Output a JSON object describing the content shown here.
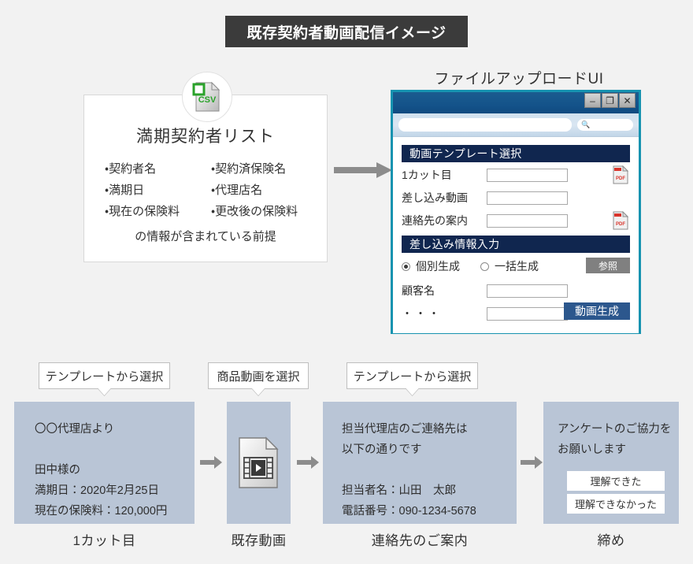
{
  "title_banner": {
    "text": "既存契約者動画配信イメージ"
  },
  "csv_card": {
    "icon": "csv-file-icon",
    "title": "満期契約者リスト",
    "columns": [
      [
        "・契約者名",
        "・満期日",
        "・現在の保険料"
      ],
      [
        "・契約済保険名",
        "・代理店名",
        "・更改後の保険料"
      ]
    ],
    "note": "の情報が含まれている前提"
  },
  "main_arrow": {
    "name": "flow-arrow-to-upload-ui"
  },
  "upload_ui": {
    "caption": "ファイルアップロードUI",
    "titlebar": {
      "minimize": "–",
      "maximize": "❐",
      "close": "✕"
    },
    "toolbar": {
      "address_value": "",
      "search_value": "",
      "search_icon": "magnifier-icon"
    },
    "section_template": {
      "header": "動画テンプレート選択"
    },
    "template_rows": [
      {
        "label": "1カット目",
        "value": "",
        "pdf": true
      },
      {
        "label": "差し込み動画",
        "value": "",
        "pdf": false
      },
      {
        "label": "連絡先の案内",
        "value": "",
        "pdf": true
      }
    ],
    "section_insert": {
      "header": "差し込み情報入力"
    },
    "radios": [
      {
        "label": "個別生成",
        "checked": true
      },
      {
        "label": "一括生成",
        "checked": false
      }
    ],
    "browse_button": "参照",
    "input_rows": [
      {
        "label": "顧客名",
        "value": ""
      },
      {
        "label": "・・・",
        "value": ""
      }
    ],
    "generate_button": "動画生成"
  },
  "callouts": [
    {
      "text": "テンプレートから選択"
    },
    {
      "text": "商品動画を選択"
    },
    {
      "text": "テンプレートから選択"
    }
  ],
  "flow": {
    "panels": [
      {
        "caption": "1カット目",
        "text": "〇〇代理店より\n\n田中様の\n満期日：2020年2月25日\n現在の保険料：120,000円"
      },
      {
        "caption": "既存動画",
        "icon": "video-file-icon"
      },
      {
        "caption": "連絡先のご案内",
        "text": "担当代理店のご連絡先は\n以下の通りです\n\n担当者名：山田　太郎\n電話番号：090-1234-5678"
      },
      {
        "caption": "締め",
        "text": "アンケートのご協力を\nお願いします",
        "buttons": [
          "理解できた",
          "理解できなかった"
        ]
      }
    ]
  },
  "colors": {
    "banner_bg": "#3b3b3b",
    "panel_bg": "#b9c5d6",
    "window_border": "#1793b0",
    "titlebar_blue": "#14538a",
    "section_navy": "#10264f",
    "generate_blue": "#2c578d",
    "browse_gray": "#808080",
    "page_bg": "#f2f2f2",
    "arrow_gray": "#8c8c8c",
    "csv_green": "#2aa22a"
  }
}
